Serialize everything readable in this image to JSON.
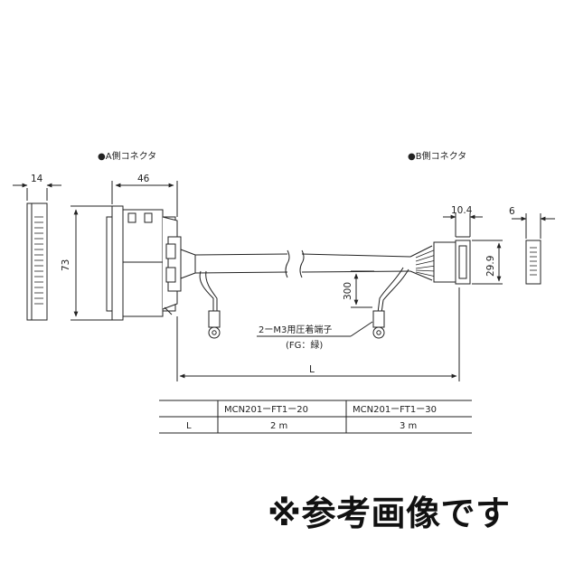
{
  "diagram": {
    "connector_a_label": "●A側コネクタ",
    "connector_b_label": "●B側コネクタ",
    "dims": {
      "a_side_width": "14",
      "a_body_width": "46",
      "a_height": "73",
      "b_depth": "10.4",
      "b_side_width": "6",
      "b_height": "29.9",
      "lead_length": "300",
      "overall_length": "L"
    },
    "terminal_label": "2ーM3用圧着端子",
    "fg_label": "(FG：緑)"
  },
  "table": {
    "headers": [
      "",
      "MCN201ーFT1ー20",
      "MCN201ーFT1ー30"
    ],
    "rows": [
      {
        "label": "L",
        "values": [
          "2 m",
          "3 m"
        ]
      }
    ]
  },
  "note": "※参考画像です"
}
